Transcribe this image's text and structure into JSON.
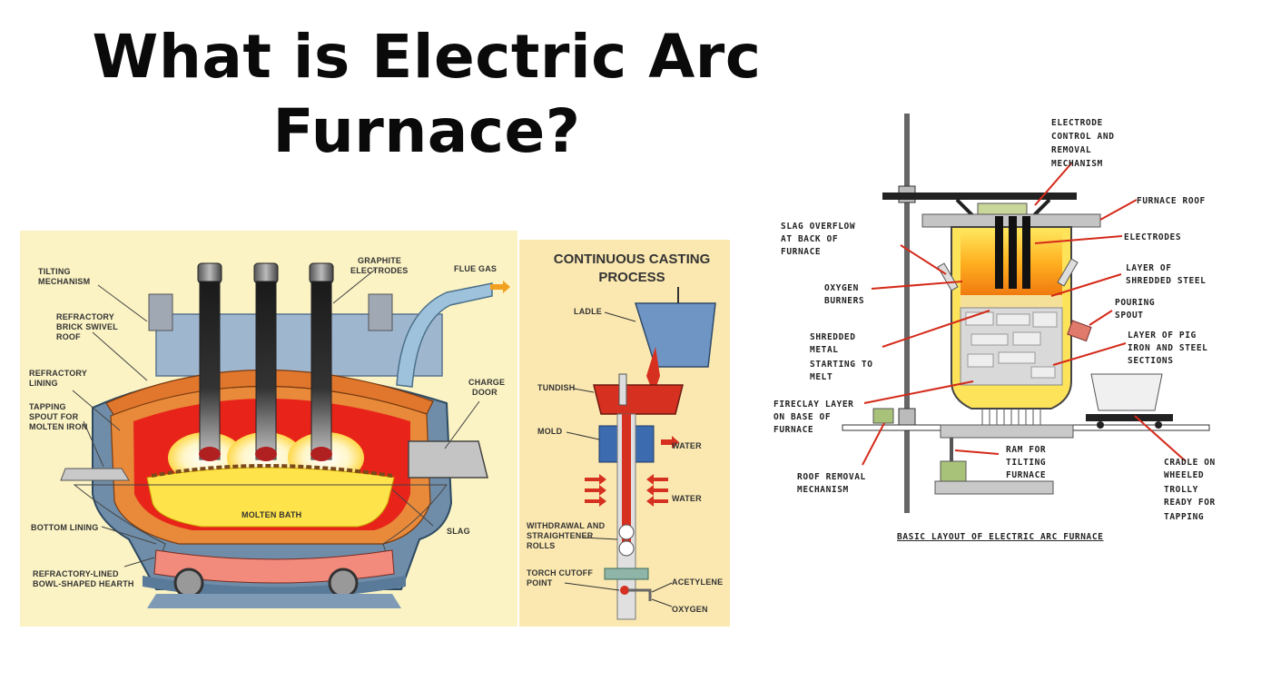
{
  "title": {
    "line1": "What is Electric Arc",
    "line2": "Furnace?"
  },
  "left_diagram": {
    "labels": {
      "tilting": [
        "TILTING",
        "MECHANISM"
      ],
      "graphite": [
        "GRAPHITE",
        "ELECTRODES"
      ],
      "flue_gas": "FLUE GAS",
      "roof": [
        "REFRACTORY",
        "BRICK SWIVEL",
        "ROOF"
      ],
      "lining": [
        "REFRACTORY",
        "LINING"
      ],
      "tapping": [
        "TAPPING",
        "SPOUT FOR",
        "MOLTEN IRON"
      ],
      "charge_door": [
        "CHARGE",
        "DOOR"
      ],
      "molten_bath": "MOLTEN BATH",
      "slag": "SLAG",
      "bottom_lining": "BOTTOM LINING",
      "hearth": [
        "REFRACTORY-LINED",
        "BOWL-SHAPED HEARTH"
      ]
    }
  },
  "casting": {
    "title": [
      "CONTINUOUS CASTING",
      "PROCESS"
    ],
    "labels": {
      "ladle": "LADLE",
      "tundish": "TUNDISH",
      "mold": "MOLD",
      "water1": "WATER",
      "water2": "WATER",
      "withdrawal": [
        "WITHDRAWAL AND",
        "STRAIGHTENER",
        "ROLLS"
      ],
      "torch": [
        "TORCH CUTOFF",
        "POINT"
      ],
      "acetylene": "ACETYLENE",
      "oxygen": "OXYGEN"
    }
  },
  "right_diagram": {
    "labels": {
      "electrode_control": [
        "ELECTRODE",
        "CONTROL AND",
        "REMOVAL",
        "MECHANISM"
      ],
      "furnace_roof": "FURNACE ROOF",
      "electrodes": "ELECTRODES",
      "slag_overflow": [
        "SLAG OVERFLOW",
        "AT BACK OF",
        "FURNACE"
      ],
      "shredded_layer": [
        "LAYER OF",
        "SHREDDED STEEL"
      ],
      "oxygen_burners": [
        "OXYGEN",
        "BURNERS"
      ],
      "pouring_spout": [
        "POURING",
        "SPOUT"
      ],
      "shredded_metal": [
        "SHREDDED",
        "METAL",
        "STARTING TO",
        "MELT"
      ],
      "pig_iron": [
        "LAYER OF PIG",
        "IRON AND STEEL",
        "SECTIONS"
      ],
      "fireclay": [
        "FIRECLAY LAYER",
        "ON BASE OF",
        "FURNACE"
      ],
      "ram": [
        "RAM FOR",
        "TILTING",
        "FURNACE"
      ],
      "roof_removal": [
        "ROOF REMOVAL",
        "MECHANISM"
      ],
      "cradle": [
        "CRADLE ON",
        "WHEELED",
        "TROLLY",
        "READY FOR",
        "TAPPING"
      ],
      "caption": "BASIC LAYOUT OF ELECTRIC ARC FURNACE"
    }
  }
}
